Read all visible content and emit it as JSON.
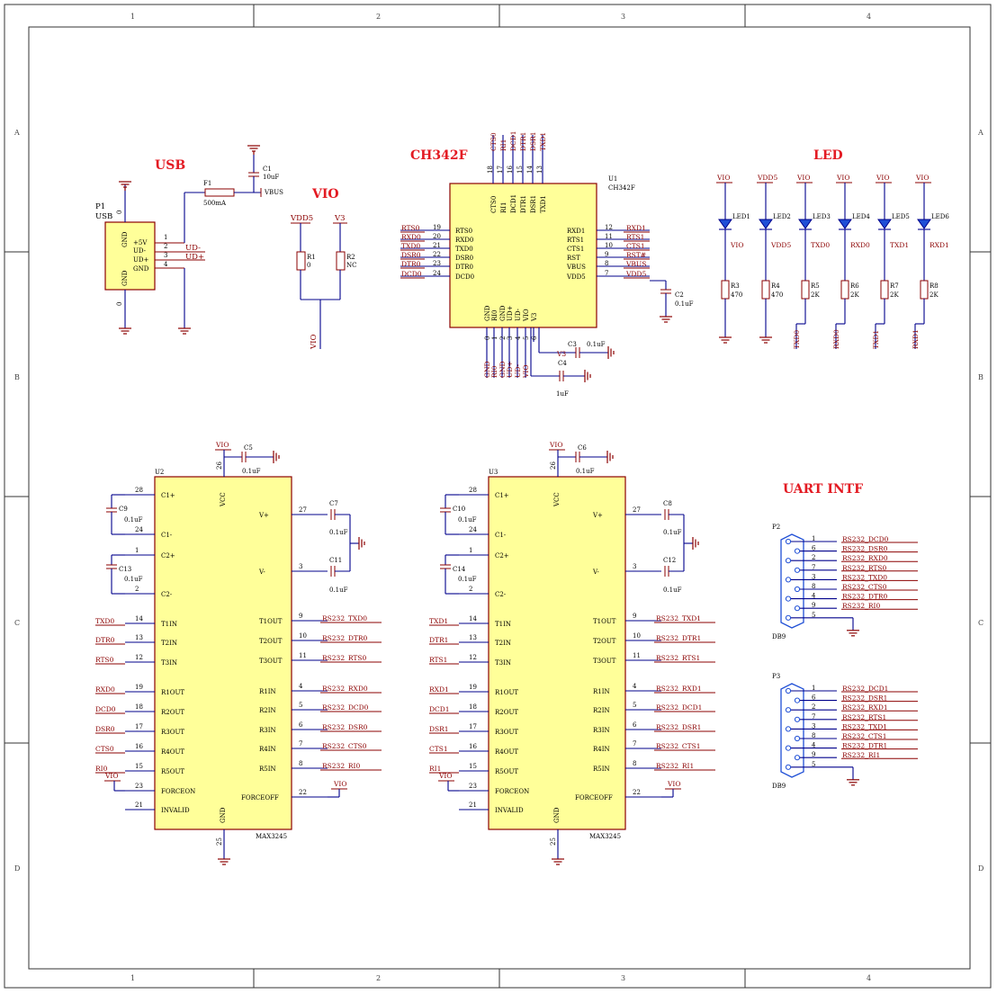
{
  "frame": {
    "cols": [
      "1",
      "2",
      "3",
      "4"
    ],
    "rows": [
      "A",
      "B",
      "C",
      "D"
    ]
  },
  "headings": {
    "usb": "USB",
    "vio": "VIO",
    "ch342": "CH342F",
    "led": "LED",
    "uart": "UART INTF"
  },
  "p1": {
    "ref": "P1",
    "value": "USB",
    "zero_top": "0",
    "zero_bot": "0",
    "inside": [
      "GND",
      "+5V",
      "UD-",
      "UD+",
      "GND",
      "GND"
    ],
    "pins": [
      "1",
      "2",
      "3",
      "4"
    ],
    "net_ud_minus": "UD-",
    "net_ud_plus": "UD+"
  },
  "f1": {
    "ref": "F1",
    "value": "500mA"
  },
  "c1": {
    "ref": "C1",
    "value": "10uF",
    "net": "VBUS"
  },
  "vio_sel": {
    "top_left": "VDD5",
    "top_right": "V3",
    "r1_ref": "R1",
    "r1_val": "0",
    "r2_ref": "R2",
    "r2_val": "NC",
    "bottom": "VIO"
  },
  "u1": {
    "ref": "U1",
    "value": "CH342F",
    "top_nets": [
      "CTS0",
      "RI1",
      "DCD1",
      "DTR1",
      "DSR1",
      "TXD1"
    ],
    "top_pins": [
      "18",
      "17",
      "16",
      "15",
      "14",
      "13"
    ],
    "top_inside": [
      "CTS0",
      "RI1",
      "DCD1",
      "DTR1",
      "DSR1",
      "TXD1"
    ],
    "left_nets": [
      "RTS0",
      "RXD0",
      "TXD0",
      "DSR0",
      "DTR0",
      "DCD0"
    ],
    "left_pins": [
      "19",
      "20",
      "21",
      "22",
      "23",
      "24"
    ],
    "left_inside": [
      "RTS0",
      "RXD0",
      "TXD0",
      "DSR0",
      "DTR0",
      "DCD0"
    ],
    "right_inside": [
      "RXD1",
      "RTS1",
      "CTS1",
      "RST",
      "VBUS",
      "VDD5"
    ],
    "right_pins": [
      "12",
      "11",
      "10",
      "9",
      "8",
      "7"
    ],
    "right_nets": [
      "RXD1",
      "RTS1",
      "CTS1",
      "RST#",
      "VBUS",
      "VDD5"
    ],
    "bottom_inside": [
      "GND",
      "RI0",
      "GND",
      "UD+",
      "UD-",
      "VIO",
      "V3"
    ],
    "bottom_pins": [
      "0",
      "1",
      "2",
      "3",
      "4",
      "5",
      "6"
    ],
    "bottom_nets": [
      "GND",
      "RI0",
      "GND",
      "UD+",
      "UD-",
      "VIO"
    ],
    "c2_ref": "C2",
    "c2_val": "0.1uF",
    "c3_ref": "C3",
    "c3_val": "0.1uF",
    "c3_net": "V3",
    "c4_ref": "C4",
    "c4_val": "1uF"
  },
  "leds": [
    {
      "top": "VIO",
      "led": "LED1",
      "net": "VIO",
      "r": "R3",
      "rv": "470",
      "bot": "GND"
    },
    {
      "top": "VDD5",
      "led": "LED2",
      "net": "VDD5",
      "r": "R4",
      "rv": "470",
      "bot": "GND"
    },
    {
      "top": "VIO",
      "led": "LED3",
      "net": "TXD0",
      "r": "R5",
      "rv": "2K",
      "bot": "TXD0"
    },
    {
      "top": "VIO",
      "led": "LED4",
      "net": "RXD0",
      "r": "R6",
      "rv": "2K",
      "bot": "RXD0"
    },
    {
      "top": "VIO",
      "led": "LED5",
      "net": "TXD1",
      "r": "R7",
      "rv": "2K",
      "bot": "TXD1"
    },
    {
      "top": "VIO",
      "led": "LED6",
      "net": "RXD1",
      "r": "R8",
      "rv": "2K",
      "bot": "RXD1"
    }
  ],
  "u2": {
    "ref": "U2",
    "value": "MAX3245",
    "vcc_net": "VIO",
    "vcc_pin": "26",
    "c_top": "C5",
    "c_top_val": "0.1uF",
    "cap_a": "C9",
    "cap_a_val": "0.1uF",
    "cap_b": "C13",
    "cap_b_val": "0.1uF",
    "cap_c": "C7",
    "cap_c_val": "0.1uF",
    "cap_d": "C11",
    "cap_d_val": "0.1uF",
    "left_pins": [
      "28",
      "24",
      "1",
      "2",
      "14",
      "13",
      "12",
      "19",
      "18",
      "17",
      "16",
      "15",
      "23",
      "21"
    ],
    "left_inside": [
      "C1+",
      "C1-",
      "C2+",
      "C2-",
      "T1IN",
      "T2IN",
      "T3IN",
      "R1OUT",
      "R2OUT",
      "R3OUT",
      "R4OUT",
      "R5OUT",
      "FORCEON",
      "INVALID"
    ],
    "left_nets": [
      "TXD0",
      "DTR0",
      "RTS0",
      "RXD0",
      "DCD0",
      "DSR0",
      "CTS0",
      "RI0",
      "VIO"
    ],
    "right_pins": [
      "27",
      "3",
      "9",
      "10",
      "11",
      "4",
      "5",
      "6",
      "7",
      "8",
      "22"
    ],
    "right_inside": [
      "V+",
      "V-",
      "T1OUT",
      "T2OUT",
      "T3OUT",
      "R1IN",
      "R2IN",
      "R3IN",
      "R4IN",
      "R5IN",
      "FORCEOFF"
    ],
    "right_nets": [
      "RS232_TXD0",
      "RS232_DTR0",
      "RS232_RTS0",
      "RS232_RXD0",
      "RS232_DCD0",
      "RS232_DSR0",
      "RS232_CTS0",
      "RS232_RI0",
      "VIO"
    ],
    "vcc_label": "VCC",
    "gnd_label": "GND",
    "gnd_pin": "25"
  },
  "u3": {
    "ref": "U3",
    "value": "MAX3245",
    "vcc_net": "VIO",
    "vcc_pin": "26",
    "c_top": "C6",
    "c_top_val": "0.1uF",
    "cap_a": "C10",
    "cap_a_val": "0.1uF",
    "cap_b": "C14",
    "cap_b_val": "0.1uF",
    "cap_c": "C8",
    "cap_c_val": "0.1uF",
    "cap_d": "C12",
    "cap_d_val": "0.1uF",
    "left_pins": [
      "28",
      "24",
      "1",
      "2",
      "14",
      "13",
      "12",
      "19",
      "18",
      "17",
      "16",
      "15",
      "23",
      "21"
    ],
    "left_inside": [
      "C1+",
      "C1-",
      "C2+",
      "C2-",
      "T1IN",
      "T2IN",
      "T3IN",
      "R1OUT",
      "R2OUT",
      "R3OUT",
      "R4OUT",
      "R5OUT",
      "FORCEON",
      "INVALID"
    ],
    "left_nets": [
      "TXD1",
      "DTR1",
      "RTS1",
      "RXD1",
      "DCD1",
      "DSR1",
      "CTS1",
      "RI1",
      "VIO"
    ],
    "right_pins": [
      "27",
      "3",
      "9",
      "10",
      "11",
      "4",
      "5",
      "6",
      "7",
      "8",
      "22"
    ],
    "right_inside": [
      "V+",
      "V-",
      "T1OUT",
      "T2OUT",
      "T3OUT",
      "R1IN",
      "R2IN",
      "R3IN",
      "R4IN",
      "R5IN",
      "FORCEOFF"
    ],
    "right_nets": [
      "RS232_TXD1",
      "RS232_DTR1",
      "RS232_RTS1",
      "RS232_RXD1",
      "RS232_DCD1",
      "RS232_DSR1",
      "RS232_CTS1",
      "RS232_RI1",
      "VIO"
    ],
    "vcc_label": "VCC",
    "gnd_label": "GND",
    "gnd_pin": "25"
  },
  "p2": {
    "ref": "P2",
    "value": "DB9",
    "pins": [
      "1",
      "6",
      "2",
      "7",
      "3",
      "8",
      "4",
      "9",
      "5"
    ],
    "nets": [
      "RS232_DCD0",
      "RS232_DSR0",
      "RS232_RXD0",
      "RS232_RTS0",
      "RS232_TXD0",
      "RS232_CTS0",
      "RS232_DTR0",
      "RS232_RI0"
    ]
  },
  "p3": {
    "ref": "P3",
    "value": "DB9",
    "pins": [
      "1",
      "6",
      "2",
      "7",
      "3",
      "8",
      "4",
      "9",
      "5"
    ],
    "nets": [
      "RS232_DCD1",
      "RS232_DSR1",
      "RS232_RXD1",
      "RS232_RTS1",
      "RS232_TXD1",
      "RS232_CTS1",
      "RS232_DTR1",
      "RS232_RI1"
    ]
  }
}
